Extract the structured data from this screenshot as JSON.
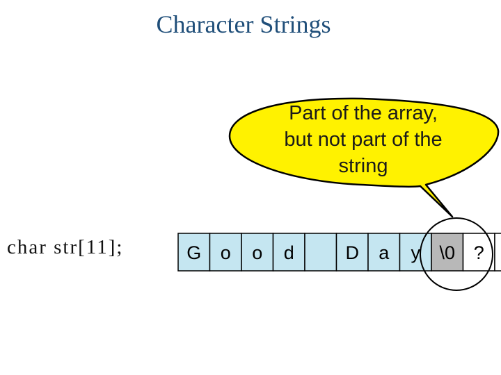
{
  "title": "Character Strings",
  "declaration": "char str[11];",
  "callout": {
    "lines": [
      "Part of the array,",
      "but not part of the",
      "string"
    ],
    "fill": "#fff200"
  },
  "cells": [
    "G",
    "o",
    "o",
    "d",
    "",
    "D",
    "a",
    "y",
    "\\0",
    "?",
    "?"
  ],
  "cell_roles": [
    "string",
    "string",
    "string",
    "string",
    "string",
    "string",
    "string",
    "string",
    "terminator",
    "unused",
    "unused"
  ],
  "colors": {
    "string_cell": "#c5e6f1",
    "terminator_cell": "#b8b8b8",
    "unused_cell": "#ffffff",
    "title": "#1f4e79"
  }
}
